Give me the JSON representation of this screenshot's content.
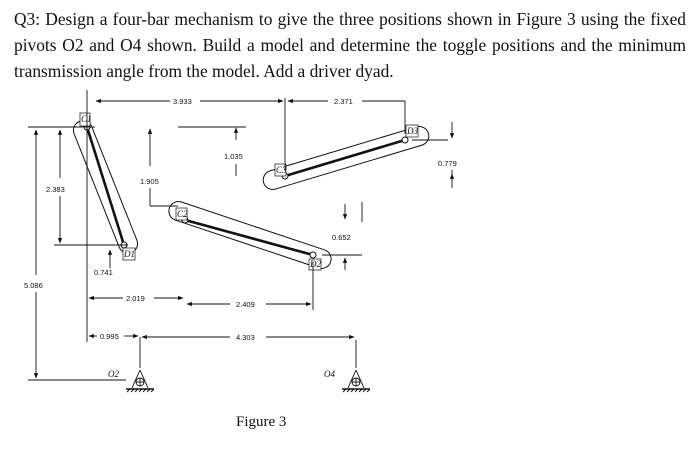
{
  "question": "Q3: Design a four-bar mechanism to give the three positions shown in Figure 3 using the fixed pivots O2 and O4 shown. Build a model and determine the toggle positions and the minimum transmission angle from the model. Add a driver dyad.",
  "figure": {
    "caption": "Figure 3",
    "labels": {
      "c1": "C1",
      "d1": "D1",
      "c2": "C2",
      "d2": "D2",
      "c3": "C3",
      "d3": "D3",
      "o2": "O2",
      "o4": "O4"
    },
    "dimensions": {
      "d_3933": "3.933",
      "d_2371": "2.371",
      "d_1035": "1.035",
      "d_0779": "0.779",
      "d_1905": "1.905",
      "d_2383": "2.383",
      "d_0652": "0.652",
      "d_0741": "0.741",
      "d_5086": "5.086",
      "d_2019": "2.019",
      "d_2409": "2.409",
      "d_0995": "0.995",
      "d_4303": "4.303"
    }
  }
}
